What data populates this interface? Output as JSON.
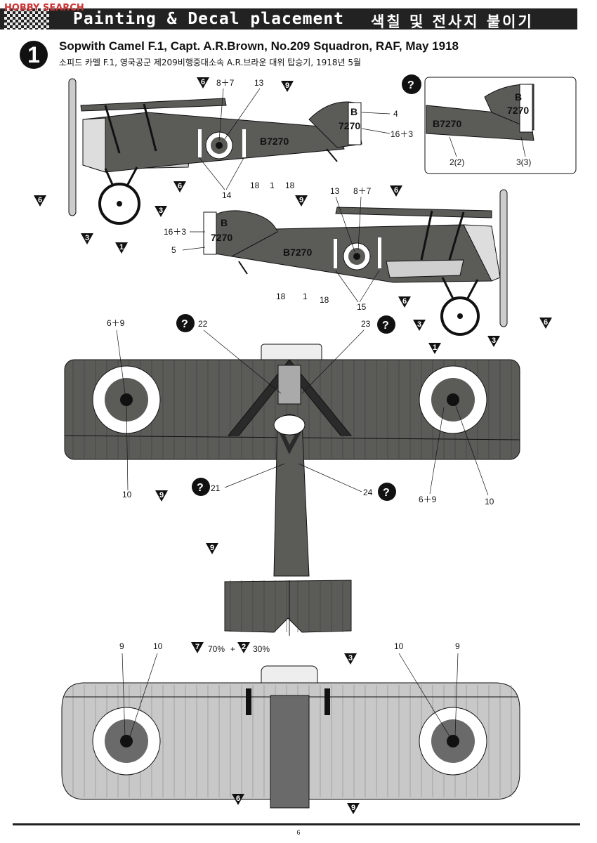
{
  "header": {
    "title_en": "Painting & Decal placement",
    "title_ko": "색칠 및 전사지 붙이기",
    "watermark": "HOBBY SEARCH"
  },
  "scheme": {
    "number": "1",
    "title": "Sopwith Camel F.1,  Capt. A.R.Brown, No.209 Squadron, RAF, May 1918",
    "subtitle": "소피드 카멜 F.1, 영국공군 제209비행중대소속 A.R.브라운 대위 탑승기, 1918년 5월"
  },
  "markings": {
    "serial": "B7270",
    "code_letter": "B",
    "code_number": "7270"
  },
  "mix_note": {
    "color_a": "7",
    "pct_a": "70%",
    "plus": "+",
    "color_b": "2",
    "pct_b": "30%"
  },
  "inset_labels": [
    "2(2)",
    "3(3)"
  ],
  "callouts": {
    "side1": [
      "8＋7",
      "13",
      "4",
      "16＋3",
      "18",
      "1",
      "18",
      "14"
    ],
    "side2": [
      "13",
      "8＋7",
      "16＋3",
      "5",
      "18",
      "1",
      "18",
      "15"
    ],
    "top": [
      "6＋9",
      "22",
      "23",
      "10",
      "21",
      "24",
      "6＋9",
      "10"
    ],
    "bottom": [
      "9",
      "10",
      "10",
      "9"
    ]
  },
  "color_markers": {
    "side1": [
      "6",
      "9",
      "6",
      "6",
      "3",
      "3",
      "1"
    ],
    "side2": [
      "9",
      "6",
      "6",
      "3",
      "3",
      "1",
      "6"
    ],
    "top": [
      "9",
      "9"
    ],
    "bottom": [
      "3",
      "6",
      "9"
    ]
  },
  "page_number": "6",
  "colors": {
    "olive": "#5b5b58",
    "light": "#c8c8c8",
    "red": "#6a6a6a",
    "blue": "#2a2a2a"
  }
}
